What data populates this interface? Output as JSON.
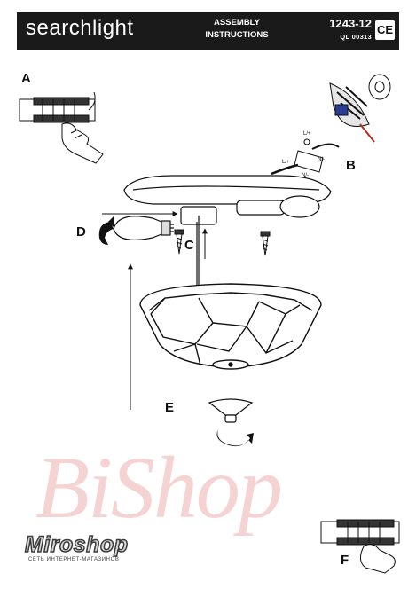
{
  "header": {
    "brand": "searchlight",
    "assembly_line1": "ASSEMBLY",
    "assembly_line2": "INSTRUCTIONS",
    "model": "1243-12",
    "ref": "QL 00313",
    "ce_mark": "CE"
  },
  "steps": {
    "a": "A",
    "b": "B",
    "c": "C",
    "d": "D",
    "e": "E",
    "f": "F"
  },
  "wiring": {
    "l": "L/+",
    "n": "N/-",
    "l2": "L/+",
    "n2": "N/-"
  },
  "watermark": {
    "text": "BiShop"
  },
  "logo": {
    "name": "Miroshop",
    "tagline": "СЕТЬ ИНТЕРНЕТ-МАГАЗИНОВ"
  },
  "colors": {
    "header_bg": "#1a1a1a",
    "ink": "#111111",
    "watermark": "#e17878"
  },
  "icons": [
    "rotate-arrow-icon",
    "screw-icon",
    "bulb-icon",
    "terminal-block-icon",
    "hand-icon"
  ]
}
